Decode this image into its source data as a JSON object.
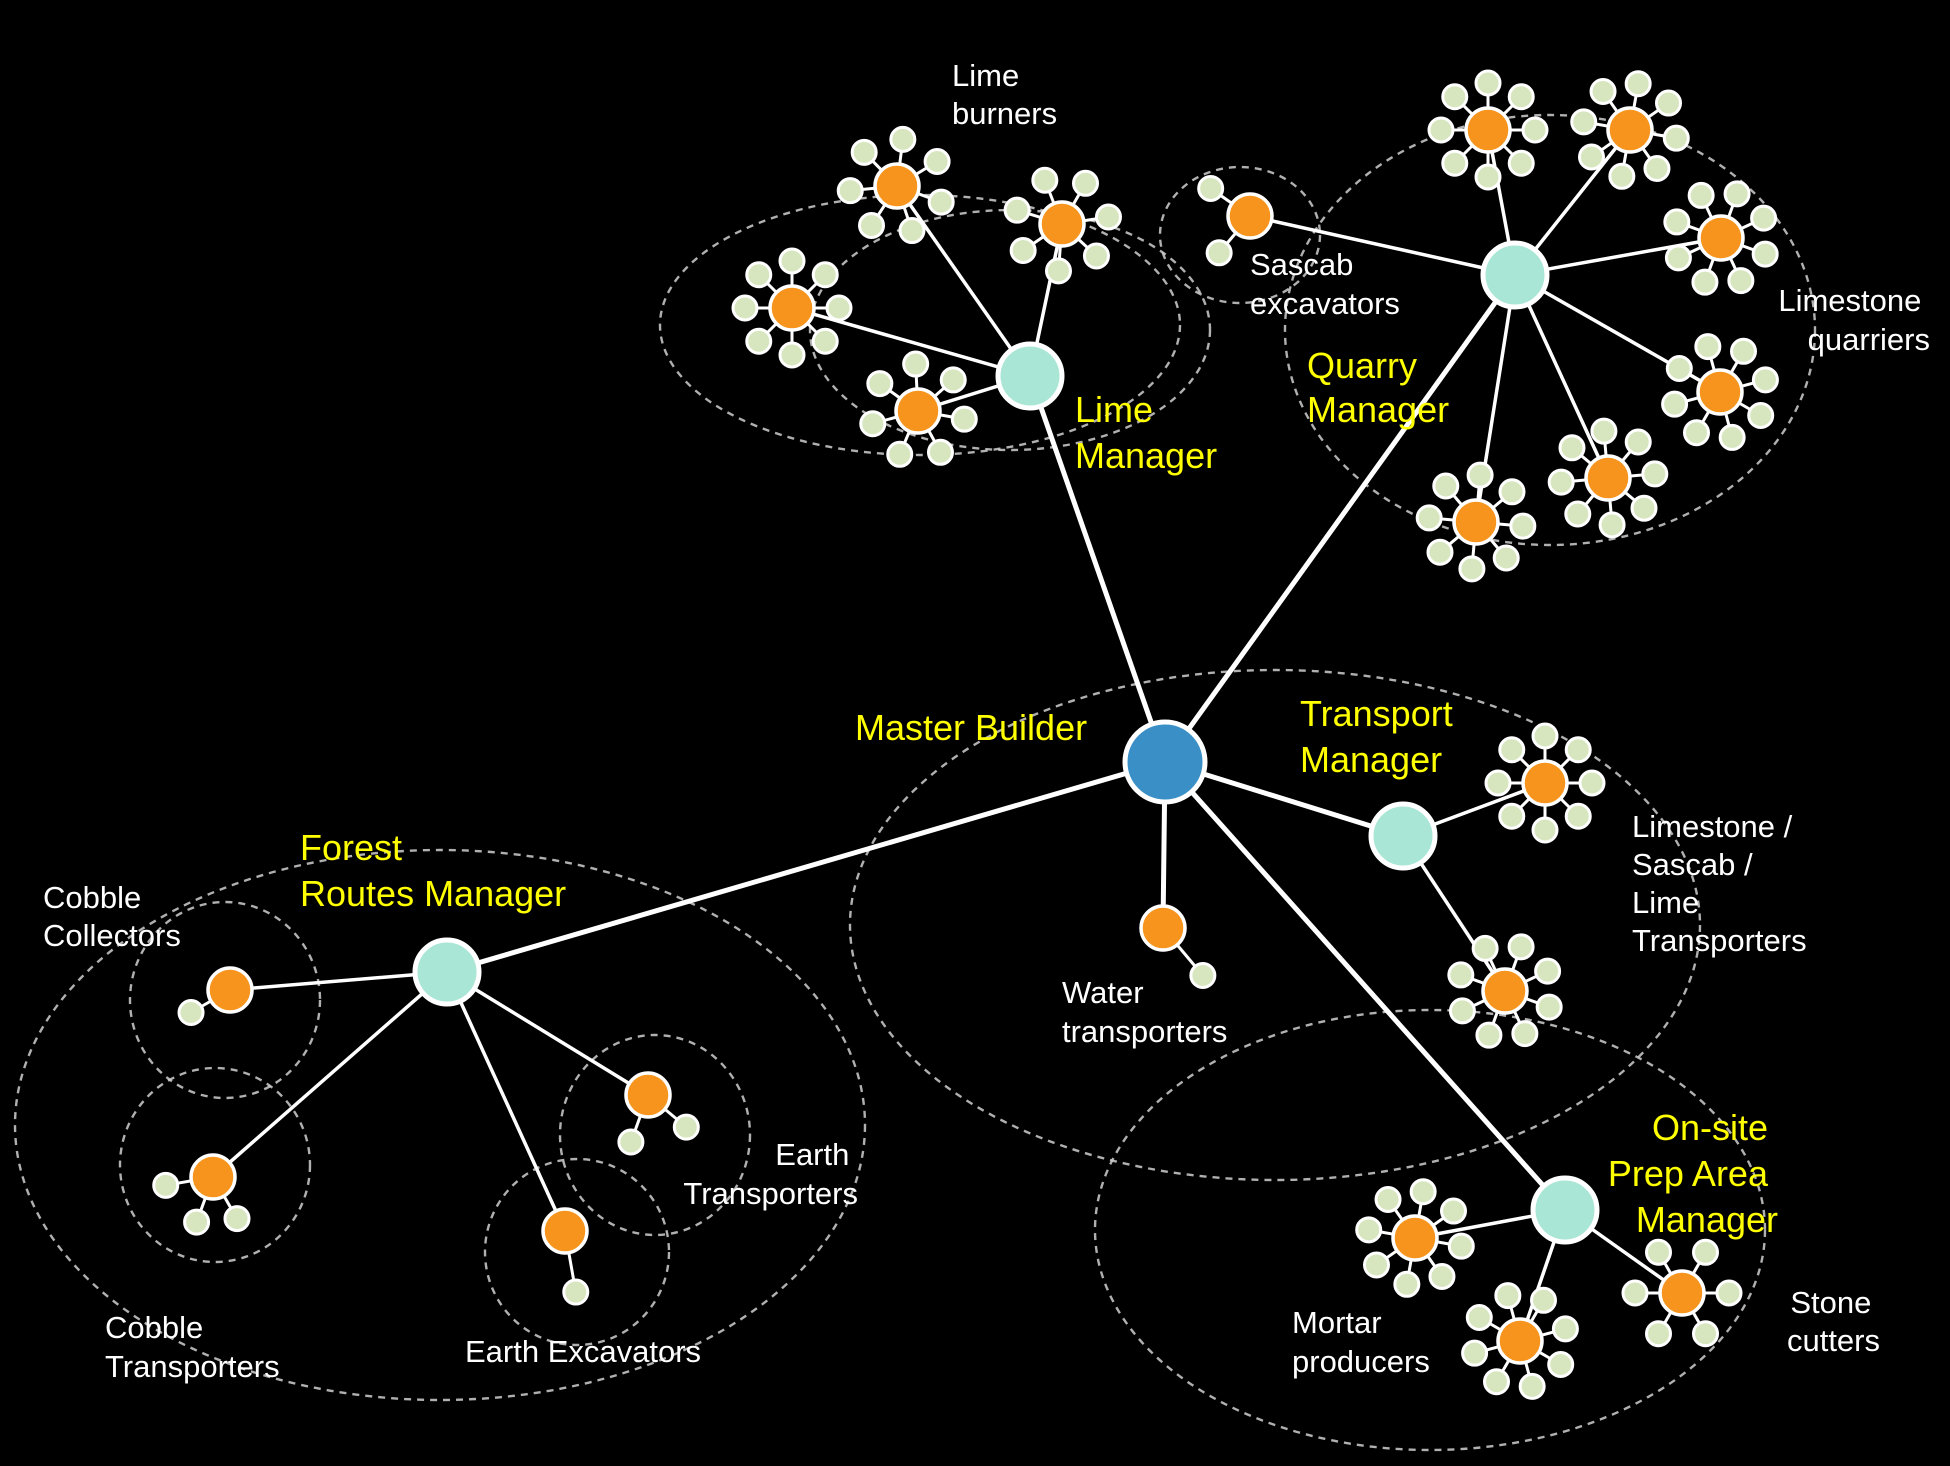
{
  "colors": {
    "background": "#000000",
    "master": "#3a8fc6",
    "manager": "#a9e6d6",
    "worker": "#f7941d",
    "leaf": "#d7e6bf",
    "manager_label": "#ffff00",
    "group_label": "#ffffff"
  },
  "labels": {
    "master": "Master Builder",
    "lime_manager": [
      "Lime",
      "Manager"
    ],
    "quarry_manager": [
      "Quarry",
      "Manager"
    ],
    "transport_manager": [
      "Transport",
      "Manager"
    ],
    "forest_manager": [
      "Forest",
      "Routes Manager"
    ],
    "prep_manager": [
      "On-site",
      "Prep Area",
      "Manager"
    ],
    "lime_burners": [
      "Lime",
      "burners"
    ],
    "sascab_excavators": [
      "Sascab",
      "excavators"
    ],
    "limestone_quarriers": [
      "Limestone",
      "quarriers"
    ],
    "transporters": [
      "Limestone /",
      "Sascab /",
      "Lime",
      "Transporters"
    ],
    "water_transporters": [
      "Water",
      "transporters"
    ],
    "cobble_collectors": [
      "Cobble",
      "Collectors"
    ],
    "cobble_transporters": [
      "Cobble",
      "Transporters"
    ],
    "earth_transporters": [
      "Earth",
      "Transporters"
    ],
    "earth_excavators": "Earth Excavators",
    "mortar_producers": [
      "Mortar",
      "producers"
    ],
    "stone_cutters": [
      "Stone",
      "cutters"
    ]
  }
}
